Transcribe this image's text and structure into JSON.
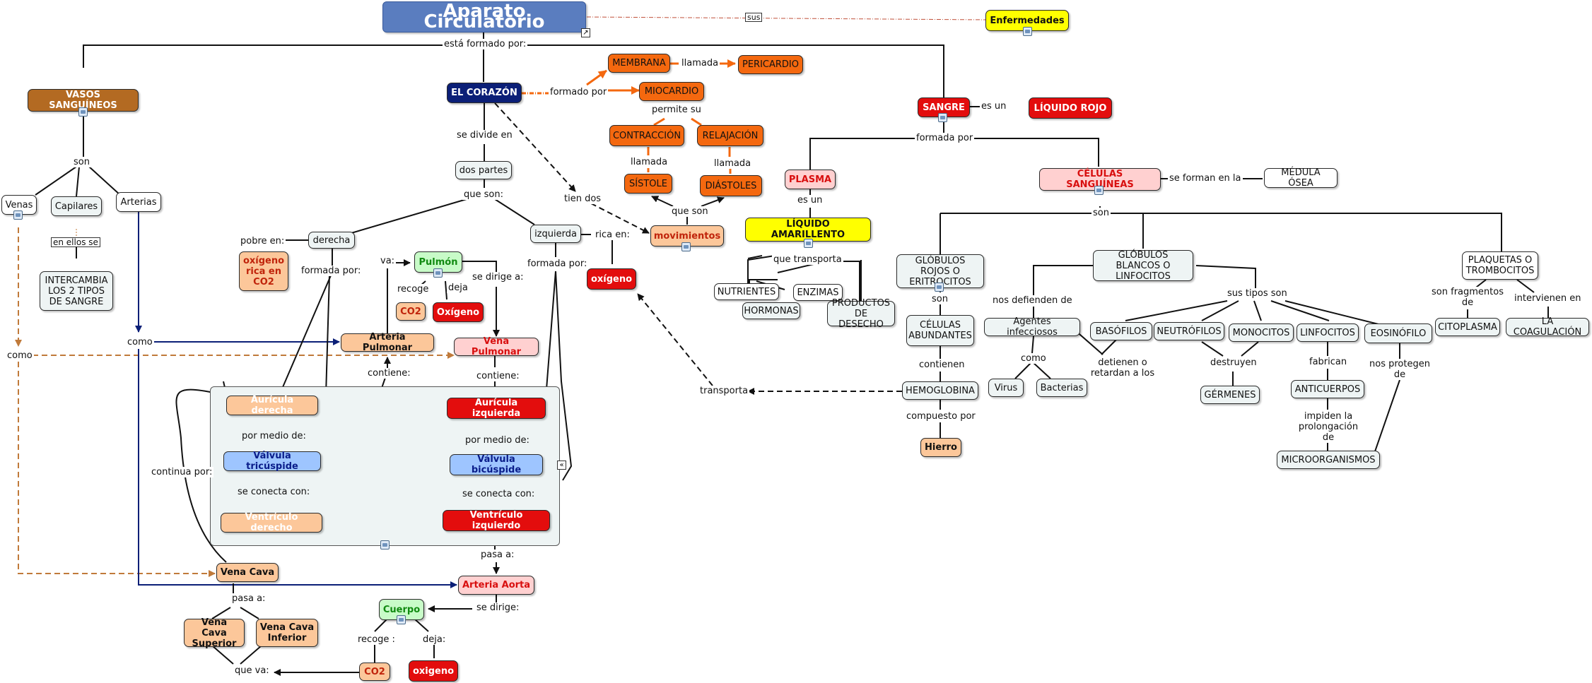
{
  "title": "Aparato Circulatorio",
  "colors": {
    "title_bg": "#5a7dbf",
    "navy": "#0b1f77",
    "red": "#e30d0d",
    "orange": "#f4680f",
    "peach": "#fcc79a",
    "yellow": "#ffff00",
    "green": "#c8fbc8",
    "light_blue": "#9ec5ff",
    "brown": "#b36a22",
    "heart_area": "#eef4f4"
  },
  "nodes": {
    "enfermedades": "Enfermedades",
    "vasos": "VASOS SANGUÍNEOS",
    "corazon": "EL CORAZÓN",
    "membrana": "MEMBRANA",
    "pericardio": "PERICARDIO",
    "miocardio": "MIOCARDIO",
    "contraccion": "CONTRACCIÓN",
    "relajacion": "RELAJACIÓN",
    "sistole": "SÍSTOLE",
    "diastoles": "DIÁSTOLES",
    "movimientos": "movimientos",
    "sangre": "SANGRE",
    "liquido_rojo": "LÍQUIDO ROJO",
    "plasma": "PLASMA",
    "liquido_amarillento": "LÍQUIDO AMARILLENTO",
    "nutrientes": "NUTRIENTES",
    "enzimas": "ENZIMAS",
    "hormonas": "HORMONAS",
    "productos": "PRODUCTOS DE DESECHO",
    "celulas": "CÉLULAS SANGUÍNEAS",
    "medula": "MÉDULA ÓSEA",
    "globulos_rojos": "GLÓBULOS ROJOS O ERITROCITOS",
    "globulos_blancos": "GLÓBULOS BLANCOS O LINFOCITOS",
    "plaquetas": "PLAQUETAS O TROMBOCITOS",
    "citoplasma": "CITOPLASMA",
    "coagulacion": "LA COAGULACIÓN",
    "celulas_abundantes": "CÉLULAS ABUNDANTES",
    "hemoglobina": "HEMOGLOBINA",
    "hierro": "Hierro",
    "agentes": "Agentes infecciosos",
    "virus": "Virus",
    "bacterias": "Bacterias",
    "basofilos": "BASÓFILOS",
    "neutrofilos": "NEUTRÓFILOS",
    "monocitos": "MONOCITOS",
    "linfocitos": "LINFOCITOS",
    "eosinofilo": "EOSINÓFILO",
    "germenes": "GÉRMENES",
    "anticuerpos": "ANTICUERPOS",
    "microorganismos": "MICROORGANISMOS",
    "venas": "Venas",
    "capilares": "Capilares",
    "arterias": "Arterias",
    "intercambia": "INTERCAMBIA LOS 2 TIPOS DE SANGRE",
    "dos_partes": "dos partes",
    "derecha": "derecha",
    "izquierda": "izquierda",
    "oxigeno_co2": "oxígeno rica en CO2",
    "pulmon": "Pulmón",
    "co2_a": "CO2",
    "oxigeno_a": "Oxígeno",
    "oxigeno_b": "oxígeno",
    "arteria_pulmonar": "Arteria Pulmonar",
    "vena_pulmonar": "Vena Pulmonar",
    "auricula_derecha": "Aurícula derecha",
    "valvula_tricuspide": "Válvula tricúspide",
    "ventriculo_derecho": "Ventrículo derecho",
    "auricula_izquierda": "Aurícula izquierda",
    "valvula_bicuspide": "Válvula bicúspide",
    "ventriculo_izquierdo": "Ventrículo izquierdo",
    "vena_cava": "Vena Cava",
    "vena_cava_superior": "Vena Cava Superior",
    "vena_cava_inferior": "Vena Cava Inferior",
    "arteria_aorta": "Arteria Aorta",
    "cuerpo": "Cuerpo",
    "co2_b": "CO2",
    "oxigeno_c": "oxigeno"
  },
  "links": {
    "sus": "sus",
    "esta_formado": "está formado por:",
    "formado_por": "formado por",
    "llamada_a": "llamada",
    "permite_su": "permite su",
    "llamada_b": "llamada",
    "llamada_c": "llamada",
    "que_son_mov": "que son",
    "tien_dos": "tien dos",
    "se_divide": "se divide en",
    "que_son": "que son:",
    "es_un_a": "es un",
    "formada_por": "formada por",
    "es_un_b": "es un",
    "que_transporta": "que transporta",
    "se_forman": "se forman en la",
    "son_cel": "son",
    "son_gr": "son",
    "contienen": "contienen",
    "compuesto_por": "compuesto por",
    "transporta": "transporta",
    "nos_defienden": "nos defienden de",
    "como_agentes": "como",
    "detienen": "detienen o retardan a los",
    "sus_tipos": "sus tipos son",
    "destruyen": "destruyen",
    "fabrican": "fabrican",
    "impiden": "impiden la prolongación de",
    "nos_protegen": "nos protegen de",
    "son_fragmentos": "son fragmentos de",
    "intervienen": "intervienen en",
    "son_vasos": "son",
    "en_ellos": "en ellos se",
    "como_venas": "como",
    "como_arterias": "como",
    "pobre_en": "pobre en:",
    "formada_por_d": "formada por:",
    "va": "va:",
    "recoge_a": "recoge",
    "deja_a": "deja",
    "se_dirige_a": "se dirige a:",
    "rica_en": "rica en:",
    "formada_por_i": "formada por:",
    "contiene_a": "contiene:",
    "contiene_b": "contiene:",
    "por_medio_a": "por medio de:",
    "se_conecta_a": "se conecta con:",
    "por_medio_b": "por medio de:",
    "se_conecta_b": "se conecta con:",
    "continua_por": "continua por:",
    "pasa_a_a": "pasa a:",
    "pasa_a_b": "pasa a:",
    "se_dirige_b": "se dirige:",
    "recoge_b": "recoge :",
    "deja_b": "deja:",
    "que_va": "que va:"
  }
}
